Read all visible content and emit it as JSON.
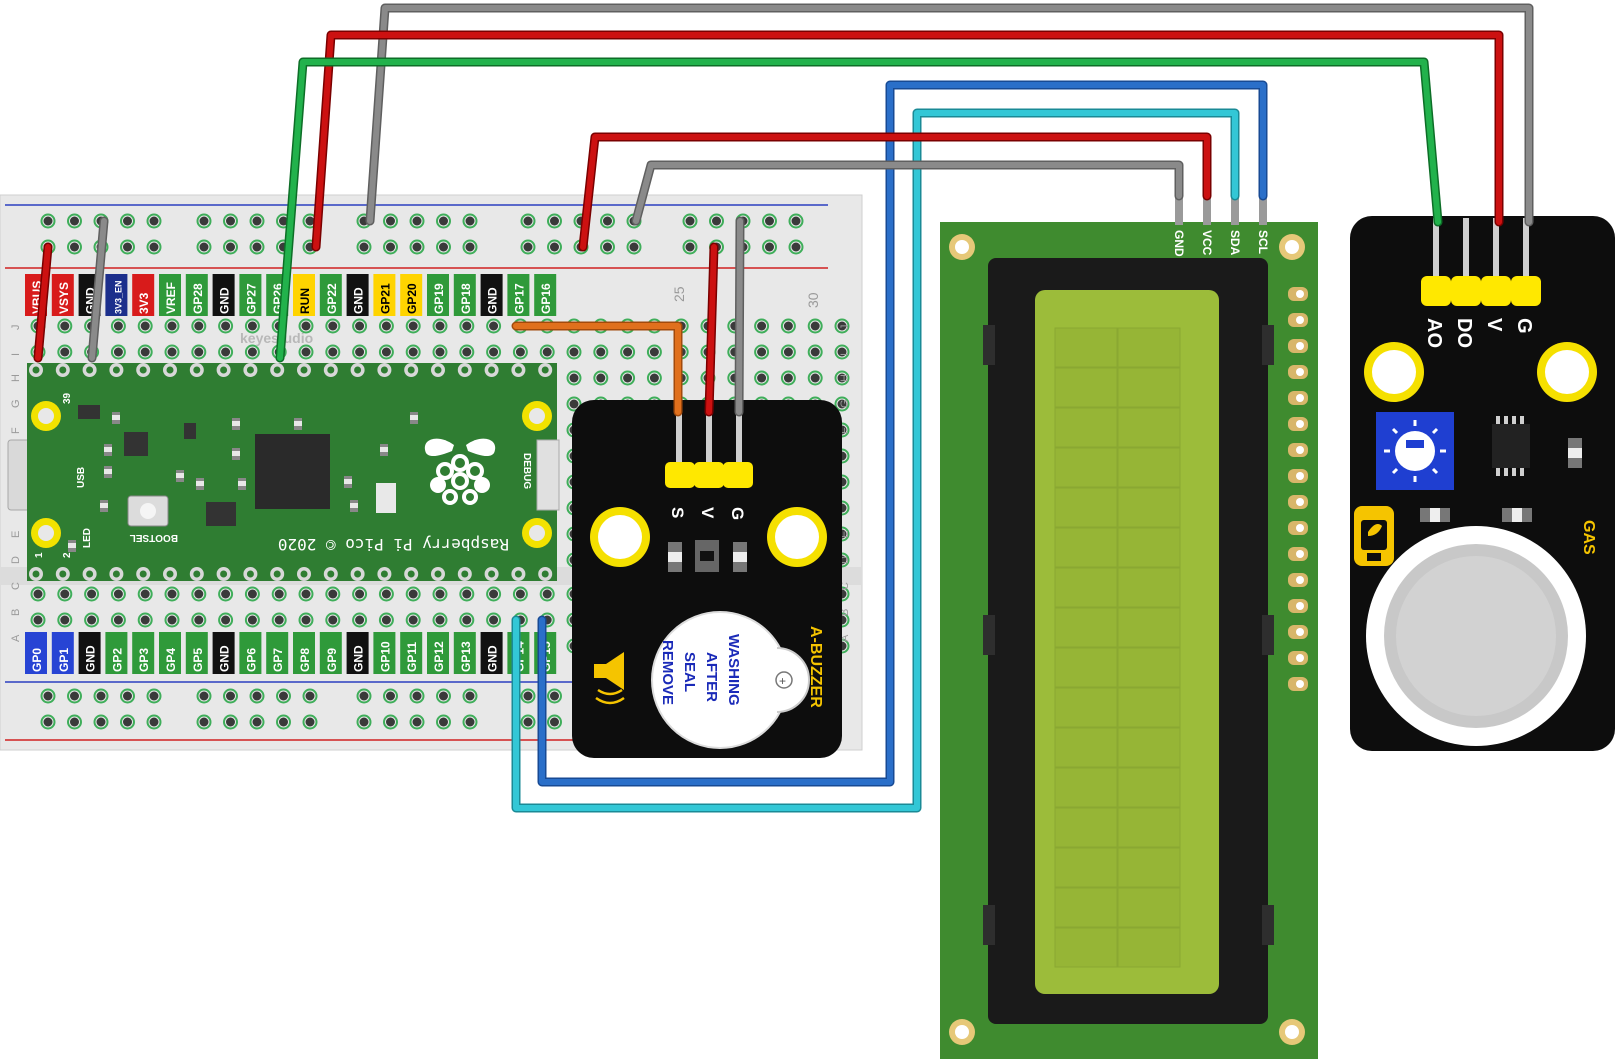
{
  "colors": {
    "wire_red": "#cc1111",
    "wire_gray": "#8a8a8a",
    "wire_green": "#22b24c",
    "wire_blue": "#2a6fc9",
    "wire_cyan": "#33c7d6",
    "wire_orange": "#e0701d",
    "pico_green": "#2f7d32",
    "lcd_board": "#3f8b2f",
    "lcd_screen": "#9cbc3a",
    "module_black": "#0d0d0d",
    "header_yellow": "#ffe800",
    "breadboard": "#e6e6e6"
  },
  "breadboard": {
    "brand": "keyestudio",
    "col_25": "25",
    "col_30": "30",
    "row_letters_top": [
      "J",
      "I",
      "H",
      "G",
      "F"
    ],
    "row_letters_bottom": [
      "E",
      "D",
      "C",
      "B",
      "A"
    ]
  },
  "pico": {
    "name": "Raspberry Pi Pico © 2020",
    "bootsel": "BOOTSEL",
    "usb": "USB",
    "led": "LED",
    "debug": "DEBUG",
    "pin_39": "39",
    "pin_1": "1",
    "pin_2": "2",
    "top_pins": [
      "VBUS",
      "VSYS",
      "GND",
      "3V3_EN",
      "3V3",
      "VREF",
      "GP28",
      "GND",
      "GP27",
      "GP26",
      "RUN",
      "GP22",
      "GND",
      "GP21",
      "GP20",
      "GP19",
      "GP18",
      "GND",
      "GP17",
      "GP16"
    ],
    "bottom_pins": [
      "GP0",
      "GP1",
      "GND",
      "GP2",
      "GP3",
      "GP4",
      "GP5",
      "GND",
      "GP6",
      "GP7",
      "GP8",
      "GP9",
      "GND",
      "GP10",
      "GP11",
      "GP12",
      "GP13",
      "GND",
      "GP14",
      "GP15"
    ]
  },
  "buzzer": {
    "pins": [
      "S",
      "V",
      "G"
    ],
    "name": "A-BUZZER",
    "seal_lines": [
      "REMOVE",
      "SEAL",
      "AFTER",
      "WASHING"
    ]
  },
  "lcd": {
    "pins": [
      "GND",
      "VCC",
      "SDA",
      "SCL"
    ]
  },
  "gas": {
    "pins": [
      "AO",
      "DO",
      "V",
      "G"
    ],
    "name": "GAS"
  }
}
